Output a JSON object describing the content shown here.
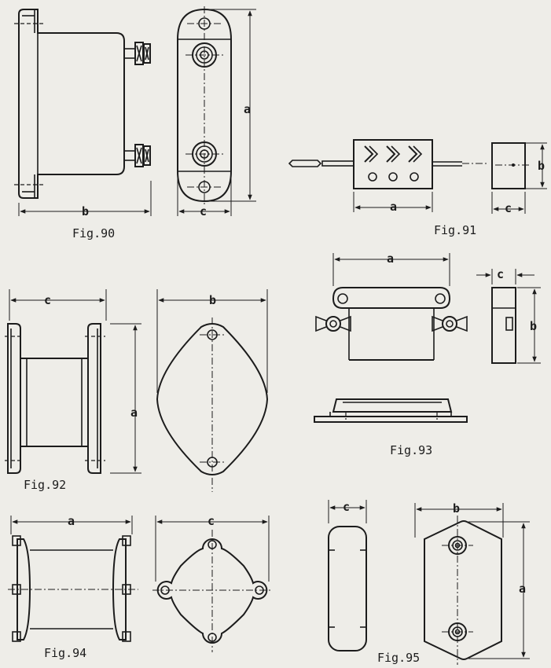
{
  "colors": {
    "ink": "#1c1c1c",
    "paper": "#eeede8"
  },
  "figures": {
    "fig90": {
      "caption": "Fig.90",
      "dims": {
        "a": "a",
        "b": "b",
        "c": "c"
      }
    },
    "fig91": {
      "caption": "Fig.91",
      "dims": {
        "a": "a",
        "b": "b",
        "c": "c"
      }
    },
    "fig92": {
      "caption": "Fig.92",
      "dims": {
        "a": "a",
        "b": "b",
        "c": "c"
      }
    },
    "fig93": {
      "caption": "Fig.93",
      "dims": {
        "a": "a",
        "b": "b",
        "c": "c"
      }
    },
    "fig94": {
      "caption": "Fig.94",
      "dims": {
        "a": "a",
        "c": "c"
      }
    },
    "fig95": {
      "caption": "Fig.95",
      "dims": {
        "a": "a",
        "b": "b",
        "c": "c"
      }
    }
  }
}
